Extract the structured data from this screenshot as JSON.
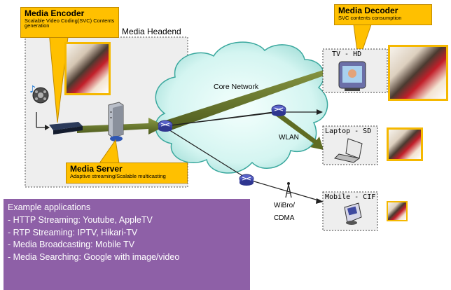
{
  "media_encoder": {
    "title": "Media Encoder",
    "subtitle": "Scalable Video Coding(SVC) Contents generation"
  },
  "media_headend_label": "Media Headend",
  "media_decoder": {
    "title": "Media Decoder",
    "subtitle": "SVC contents consumption"
  },
  "media_server": {
    "title": "Media Server",
    "subtitle": "Adaptive streaming/Scalable multicasting"
  },
  "core_network_label": "Core Network",
  "wlan_label": "WLAN",
  "wibro_label": "WiBro/\nCDMA",
  "devices": {
    "tv": "TV - HD",
    "laptop": "Laptop - SD",
    "mobile": "Mobile - CIF"
  },
  "example_apps": {
    "heading": "Example applications",
    "items": [
      "- HTTP Streaming: Youtube, AppleTV",
      "- RTP Streaming: IPTV, Hikari-TV",
      "- Media Broadcasting: Mobile TV",
      "- Media Searching: Google with image/video"
    ]
  },
  "colors": {
    "callout": "#ffc000",
    "arrow": "#6b7a2c",
    "apps_box": "#8e60a7",
    "cloud": "#c8f0ee"
  }
}
